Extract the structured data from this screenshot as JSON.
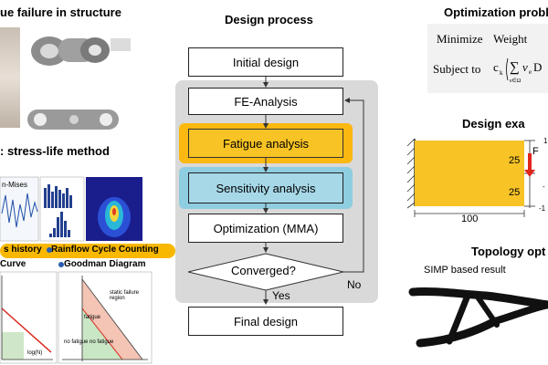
{
  "left": {
    "title1": "ue failure in structure",
    "title2": ": stress-life method",
    "chart_label_mises": "n-Mises",
    "label_history": "s history",
    "label_rainflow": "Rainflow Cycle  Counting",
    "label_curve": "Curve",
    "label_goodman": "Goodman Diagram",
    "sn_axis": "log(N)",
    "goodman_fatigue": "fatigue",
    "goodman_static": "static failure region",
    "goodman_nofatigue1": "no fatigue",
    "goodman_nofatigue2": "no fatigue",
    "accent_orange": "#f7b500"
  },
  "process": {
    "title": "Design process",
    "initial": "Initial design",
    "fe": "FE-Analysis",
    "fatigue": "Fatigue analysis",
    "sensitivity": "Sensitivity analysis",
    "optimization": "Optimization (MMA)",
    "converged": "Converged?",
    "yes": "Yes",
    "no": "No",
    "final": "Final design"
  },
  "right": {
    "opt_title": "Optimization probl",
    "minimize": "Minimize",
    "weight": "Weight",
    "subject_to": "Subject to",
    "design_title": "Design exa",
    "force": "F",
    "dim_25a": "25",
    "dim_25b": "25",
    "dim_100": "100",
    "tick_1": "1",
    "tick_neg": "-",
    "tick_neg1": "-1",
    "topo_title": "Topology opt",
    "simp": "SIMP based result"
  }
}
